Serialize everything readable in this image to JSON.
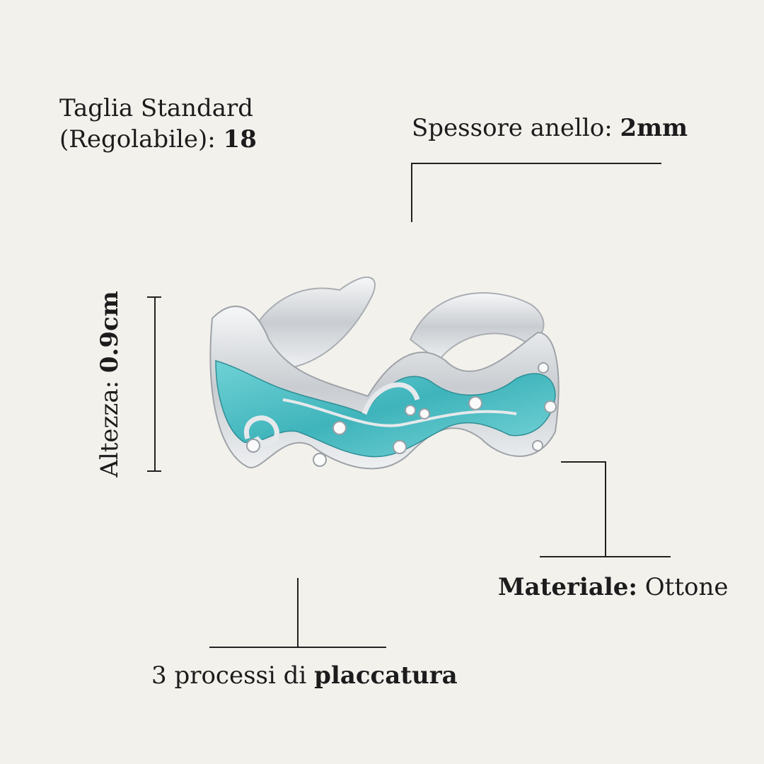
{
  "size_label": {
    "line1": "Taglia Standard",
    "line2": "(Regolabile):",
    "value": "18"
  },
  "thickness_label": {
    "text": "Spessore anello:",
    "value": "2mm"
  },
  "height_label": {
    "text": "Altezza:",
    "value": "0.9cm"
  },
  "material_label": {
    "text": "Materiale:",
    "value": "Ottone"
  },
  "plating_label": {
    "text": "3 processi di",
    "value": "placcatura"
  },
  "product_image": {
    "description_icon": "ring-image",
    "enamel_color": "#4fc0c6",
    "metal_color": "#d9dcdf"
  }
}
